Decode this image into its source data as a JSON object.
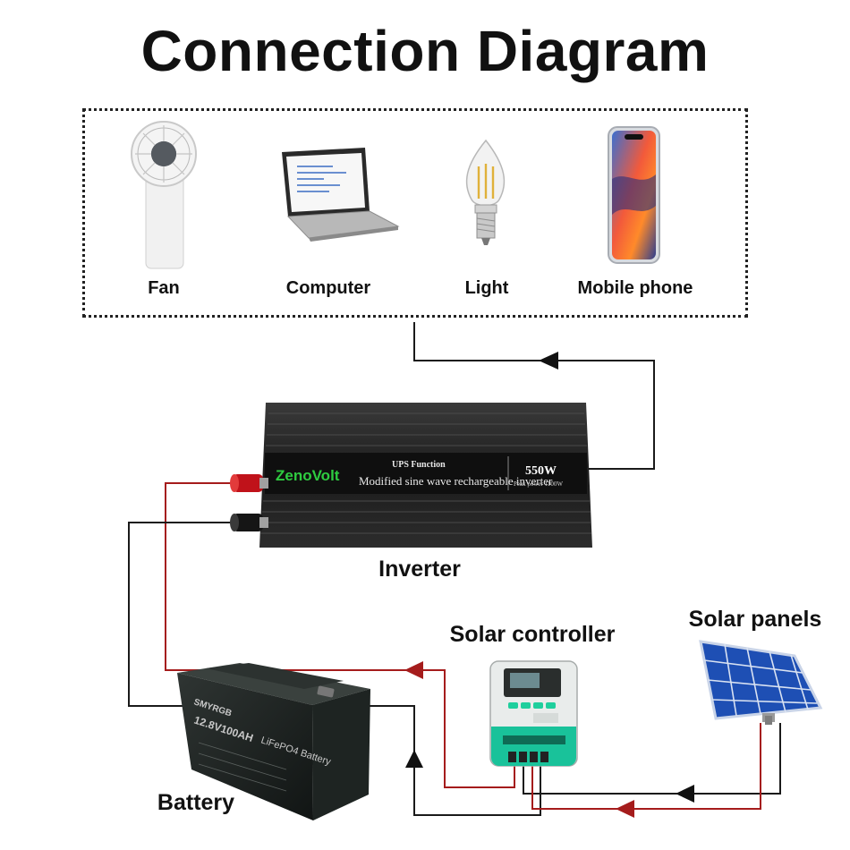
{
  "title": "Connection Diagram",
  "devices": [
    {
      "label": "Fan",
      "icon": "fan-icon"
    },
    {
      "label": "Computer",
      "icon": "laptop-icon"
    },
    {
      "label": "Light",
      "icon": "bulb-icon"
    },
    {
      "label": "Mobile phone",
      "icon": "phone-icon"
    }
  ],
  "inverter": {
    "label": "Inverter",
    "brand": "ZenoVolt",
    "function_text": "UPS Function",
    "description": "Modified sine wave rechargeable inverter",
    "power": "550W",
    "peak_power": "Peak power 1100W"
  },
  "controller": {
    "label": "Solar controller"
  },
  "panels": {
    "label": "Solar panels"
  },
  "battery": {
    "label": "Battery",
    "brand_marking": "SMYRGB",
    "spec_marking": "12.8V100AH",
    "type_marking": "LiFePO4 Battery"
  },
  "colors": {
    "positive_wire": "#a51c1c",
    "negative_wire": "#1a1a1a",
    "brand_green": "#2ecc40",
    "controller_teal": "#19c29a",
    "panel_blue": "#2f63c9"
  }
}
